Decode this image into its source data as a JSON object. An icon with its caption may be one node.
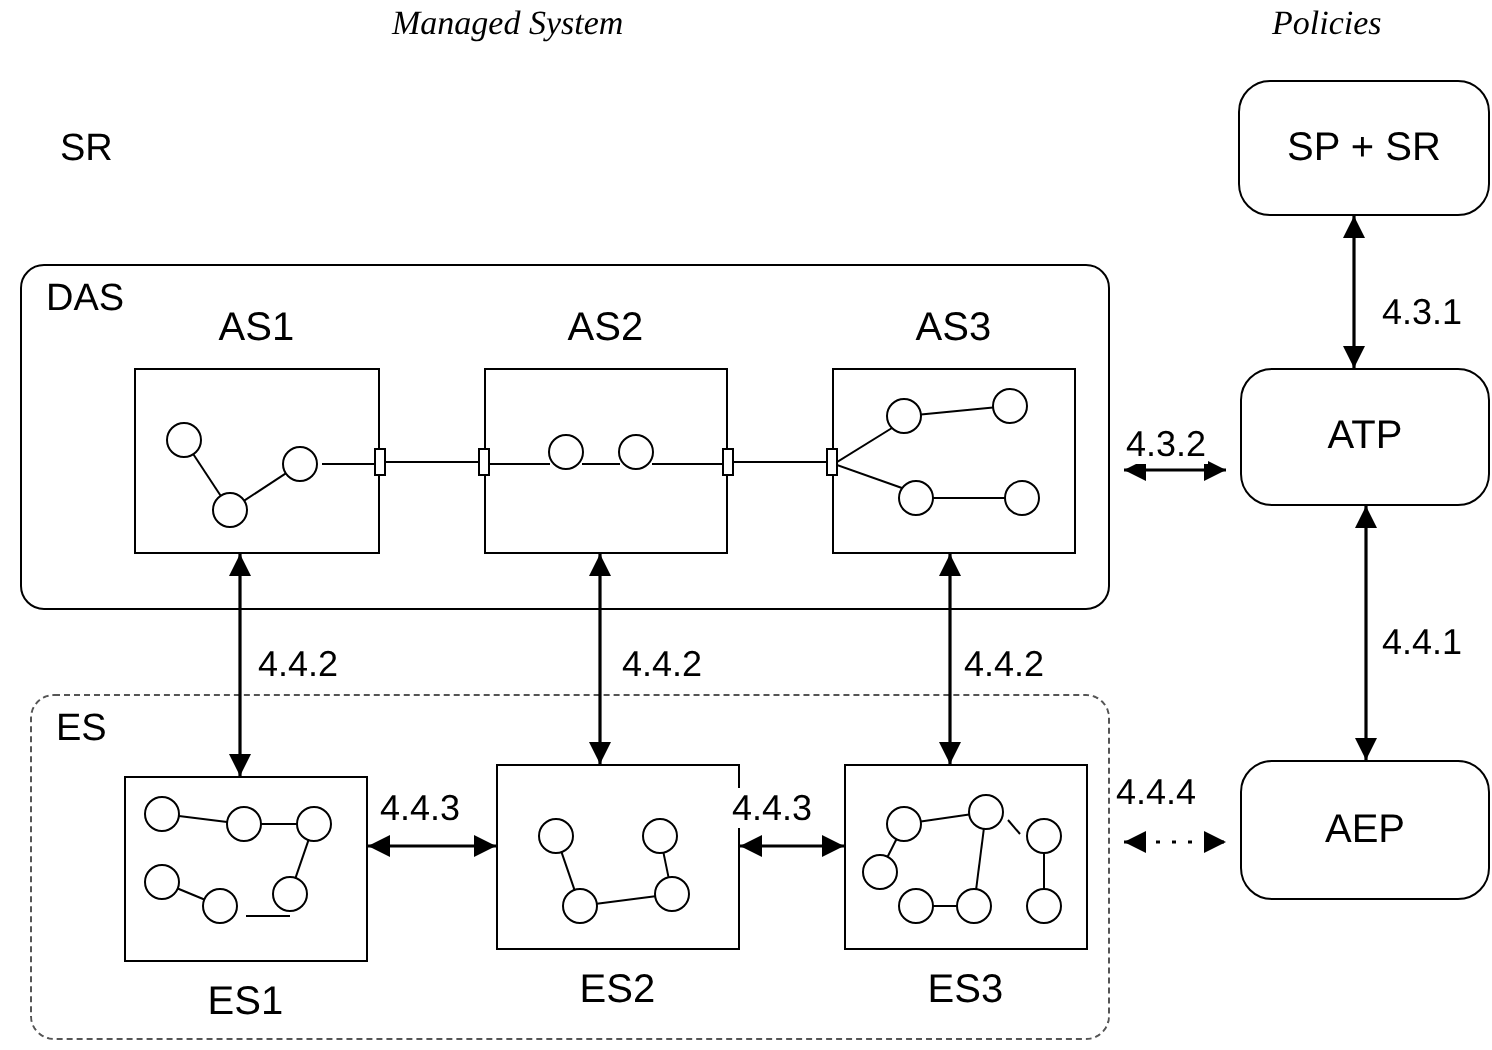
{
  "diagram": {
    "nodes": [
      {
        "text": [
          "DAS"
        ]
      },
      {
        "text": [
          "AS1"
        ],
        "in": 0
      },
      {
        "text": [
          "AS2"
        ],
        "in": 0
      },
      {
        "text": [
          "AS3"
        ],
        "in": 0
      },
      {
        "text": [
          "ES"
        ]
      },
      {
        "text": [
          "ES1"
        ],
        "in": 4
      },
      {
        "text": [
          "ES2"
        ],
        "in": 4
      },
      {
        "text": [
          "ES3"
        ],
        "in": 4
      },
      {
        "text": [
          "SP + SR"
        ]
      },
      {
        "text": [
          "ATP"
        ]
      },
      {
        "text": [
          "AEP"
        ]
      }
    ],
    "edges": [
      {
        "from": 1,
        "to": 5,
        "arrow": "both",
        "label": "4.4.2"
      },
      {
        "from": 2,
        "to": 6,
        "arrow": "both",
        "label": "4.4.2"
      },
      {
        "from": 3,
        "to": 7,
        "arrow": "both",
        "label": "4.4.2"
      },
      {
        "from": 5,
        "to": 6,
        "arrow": "both",
        "label": "4.4.3"
      },
      {
        "from": 6,
        "to": 7,
        "arrow": "both",
        "label": "4.4.3"
      },
      {
        "from": 0,
        "to": 9,
        "arrow": "both",
        "label": "4.3.2"
      },
      {
        "from": 8,
        "to": 9,
        "arrow": "both",
        "label": "4.3.1"
      },
      {
        "from": 9,
        "to": 10,
        "arrow": "both",
        "label": "4.4.1"
      },
      {
        "from": 4,
        "to": 10,
        "arrow": "both",
        "label": "4.4.4",
        "style": "dashed"
      },
      {
        "from": 1,
        "to": 2,
        "arrow": "other"
      },
      {
        "from": 2,
        "to": 3,
        "arrow": "other"
      }
    ],
    "labels": [
      "Managed System",
      "Policies",
      "SR"
    ]
  }
}
